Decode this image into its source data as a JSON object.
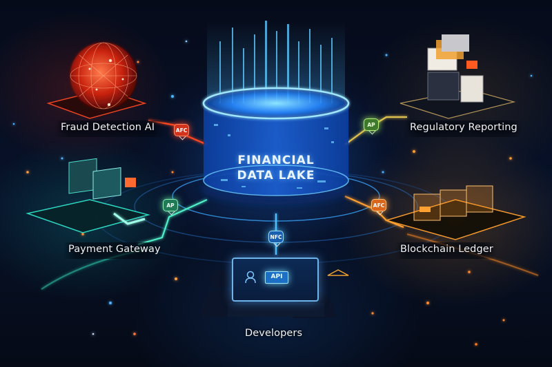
{
  "diagram": {
    "title": "Financial Data Lake",
    "hub": {
      "label_line1": "FINANCIAL",
      "label_line2": "DATA LAKE",
      "shape": "glowing-cylinder",
      "color": "#2a8bff"
    },
    "nodes": [
      {
        "id": "fraud",
        "label": "Fraud Detection AI",
        "icon": "neural-sphere-icon",
        "color": "#ff3a1a",
        "badge": "AFC",
        "position": "top-left"
      },
      {
        "id": "regulatory",
        "label": "Regulatory Reporting",
        "icon": "document-stack-icon",
        "color": "#f0b040",
        "badge": "AP",
        "position": "top-right"
      },
      {
        "id": "payment",
        "label": "Payment Gateway",
        "icon": "payment-cards-icon",
        "color": "#2fe0c8",
        "badge": "AP",
        "position": "middle-left"
      },
      {
        "id": "blockchain",
        "label": "Blockchain Ledger",
        "icon": "blockchain-cubes-icon",
        "color": "#ff9a20",
        "badge": "AFC",
        "position": "middle-right"
      },
      {
        "id": "developers",
        "label": "Developers",
        "icon": "developers-at-monitor-icon",
        "color": "#3aa8ff",
        "badge": "NFC",
        "position": "bottom-center"
      }
    ],
    "developer_screen": {
      "button_label": "API"
    }
  }
}
